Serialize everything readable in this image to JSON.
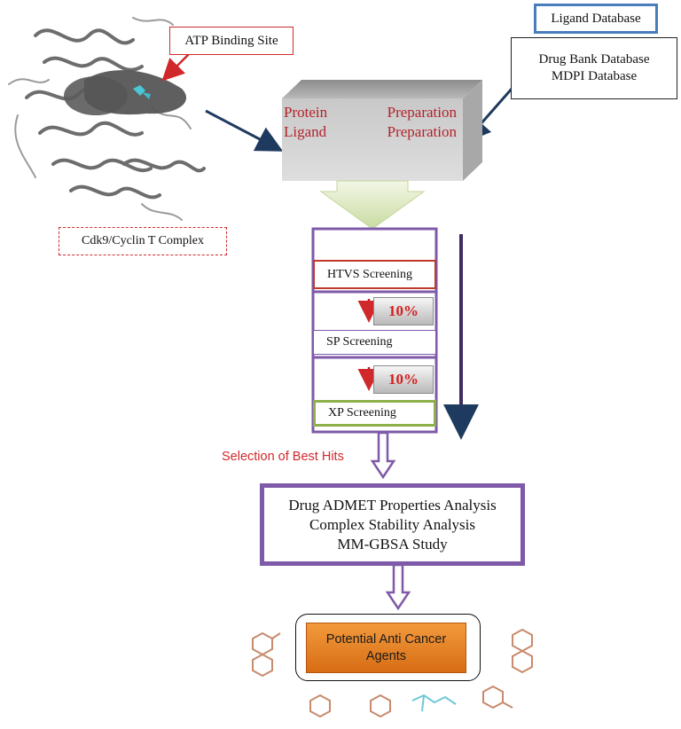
{
  "labels": {
    "ligand_database": "Ligand Database",
    "drug_bank_line1": "Drug Bank Database",
    "drug_bank_line2": "MDPI Database",
    "atp_binding_site": "ATP Binding Site",
    "complex_label": "Cdk9/Cyclin T Complex",
    "prep_protein_a": "Protein",
    "prep_protein_b": "Preparation",
    "prep_ligand_a": "Ligand",
    "prep_ligand_b": "Preparation",
    "htvs": "HTVS Screening",
    "sp": "SP Screening",
    "xp": "XP Screening",
    "percent_1": "10%",
    "percent_2": "10%",
    "best_hits": "Selection of Best Hits",
    "analysis_line1": "Drug ADMET Properties Analysis",
    "analysis_line2": "Complex Stability Analysis",
    "analysis_line3": "MM-GBSA Study",
    "agents_line1": "Potential Anti Cancer",
    "agents_line2": "Agents"
  },
  "colors": {
    "red_accent": "#d0292b",
    "purple_frame": "#7e5aa8",
    "navy_arrow": "#1f3a5f",
    "orange_box": "#e6821f",
    "green_border": "#8db04a",
    "blue_border": "#4a7dbb"
  }
}
